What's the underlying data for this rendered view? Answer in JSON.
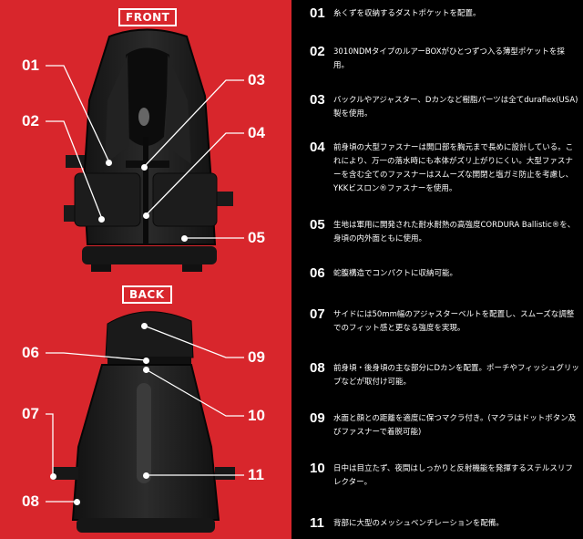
{
  "front_label": "FRONT",
  "back_label": "BACK",
  "callouts": {
    "c01": "01",
    "c02": "02",
    "c03": "03",
    "c04": "04",
    "c05": "05",
    "c06": "06",
    "c07": "07",
    "c08": "08",
    "c09": "09",
    "c10": "10",
    "c11": "11"
  },
  "items": [
    {
      "num": "01",
      "text": "糸くずを収納するダストポケットを配置。"
    },
    {
      "num": "02",
      "text": "3010NDMタイプのルアーBOXがひとつずつ入る薄型ポケットを採用。"
    },
    {
      "num": "03",
      "text": "バックルやアジャスター、Dカンなど樹脂パーツは全てduraflex(USA)製を使用。"
    },
    {
      "num": "04",
      "text": "前身頃の大型ファスナーは開口部を胸元まで長めに設計している。これにより、万一の落水時にも本体がズリ上がりにくい。大型ファスナーを含む全てのファスナーはスムーズな開閉と塩ガミ防止を考慮し、YKKビスロン®ファスナーを使用。"
    },
    {
      "num": "05",
      "text": "生地は軍用に開発された耐水耐熱の高強度CORDURA Ballistic®を、身頃の内外面ともに使用。"
    },
    {
      "num": "06",
      "text": "蛇腹構造でコンパクトに収納可能。"
    },
    {
      "num": "07",
      "text": "サイドには50mm幅のアジャスターベルトを配置し、スムーズな調整でのフィット感と更なる強度を実現。"
    },
    {
      "num": "08",
      "text": "前身頃・後身頃の主な部分にDカンを配置。ポーチやフィッシュグリップなどが取付け可能。"
    },
    {
      "num": "09",
      "text": "水面と顔との距離を適度に保つマクラ付き。(マクラはドットボタン及びファスナーで着脱可能)"
    },
    {
      "num": "10",
      "text": "日中は目立たず、夜間はしっかりと反射機能を発揮するステルスリフレクター。"
    },
    {
      "num": "11",
      "text": "背部に大型のメッシュベンチレーションを配備。"
    }
  ]
}
